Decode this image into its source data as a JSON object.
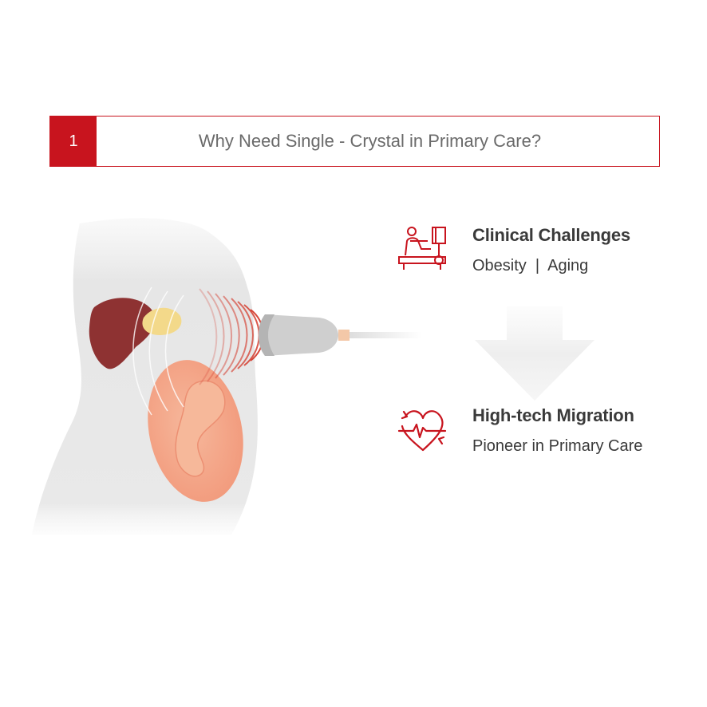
{
  "header": {
    "number": "1",
    "title": "Why Need Single - Crystal in Primary Care?"
  },
  "features": [
    {
      "title": "Clinical Challenges",
      "subtitle": "Obesity  |  Aging",
      "icon": "patient-scan-icon"
    },
    {
      "title": "High-tech Migration",
      "subtitle": "Pioneer in Primary Care",
      "icon": "heart-pulse-icon"
    }
  ],
  "colors": {
    "accent": "#c8141e",
    "text": "#3a3a3a",
    "title_gray": "#6a6a6a"
  }
}
